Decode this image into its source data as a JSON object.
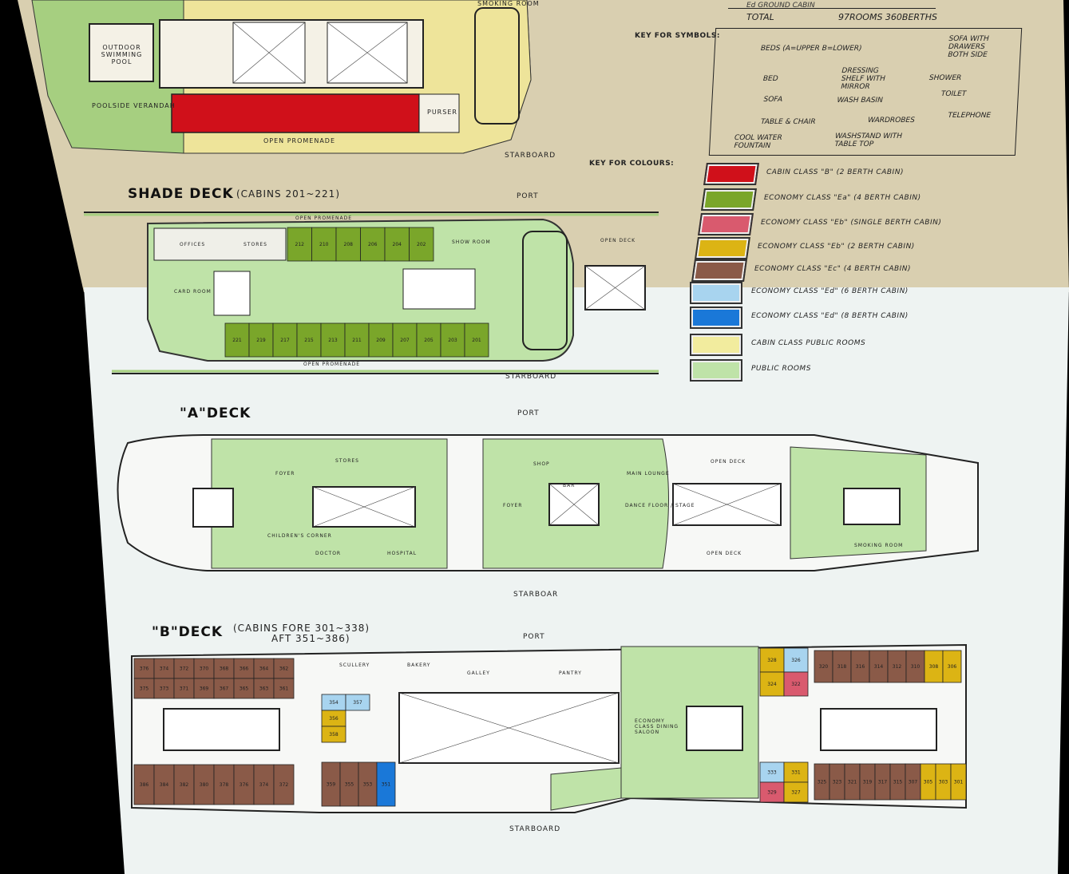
{
  "totals": {
    "row_partial": "Ed   GROUND  CABIN",
    "label": "TOTAL",
    "value": "97ROOMS 360BERTHS"
  },
  "symbols_key": {
    "title": "KEY FOR SYMBOLS:",
    "items": [
      "BEDS (A=UPPER B=LOWER)",
      "SOFA WITH DRAWERS BOTH SIDE",
      "BED",
      "DRESSING SHELF WITH MIRROR",
      "SHOWER",
      "SOFA",
      "WASH BASIN",
      "TOILET",
      "TABLE & CHAIR",
      "WARDROBES",
      "TELEPHONE",
      "COOL WATER FOUNTAIN",
      "WASHSTAND WITH TABLE TOP"
    ]
  },
  "colours_key": {
    "title": "KEY FOR COLOURS:",
    "items": [
      {
        "label": "CABIN  CLASS \"B\" (2 BERTH CABIN)",
        "color": "#d0101a"
      },
      {
        "label": "ECONOMY CLASS \"Ea\" (4 BERTH CABIN)",
        "color": "#7aa62a"
      },
      {
        "label": "ECONOMY CLASS \"Eb\" (SINGLE BERTH CABIN)",
        "color": "#d95a6e"
      },
      {
        "label": "ECONOMY CLASS \"Eb\" (2 BERTH CABIN)",
        "color": "#dcb414"
      },
      {
        "label": "ECONOMY CLASS \"Ec\" (4 BERTH CABIN)",
        "color": "#8a5a48"
      },
      {
        "label": "ECONOMY CLASS \"Ed\" (6 BERTH CABIN)",
        "color": "#a8d4ef"
      },
      {
        "label": "ECONOMY CLASS \"Ed\" (8 BERTH CABIN)",
        "color": "#1a78d8"
      },
      {
        "label": "CABIN  CLASS PUBLIC ROOMS",
        "color": "#f2ec9e"
      },
      {
        "label": "PUBLIC ROOMS",
        "color": "#bfe3a8"
      }
    ]
  },
  "top_deck": {
    "labels": {
      "pool": "OUTDOOR SWIMMING POOL",
      "verandah": "POOLSIDE VERANDAH",
      "promenade": "OPEN PROMENADE",
      "smoking": "SMOKING ROOM",
      "purser": "PURSER",
      "starboard": "STARBOARD"
    }
  },
  "shade_deck": {
    "title": "SHADE DECK",
    "subtitle": "(CABINS 201~221)",
    "port": "PORT",
    "starboard": "STARBOARD",
    "promenade_top": "OPEN PROMENADE",
    "promenade_bottom": "OPEN PROMENADE",
    "open_deck": "OPEN DECK",
    "offices": "OFFICES",
    "stores": "STORES",
    "show_room": "SHOW ROOM",
    "card_room": "CARD ROOM",
    "cabins_top": [
      "212",
      "210",
      "208",
      "206",
      "204",
      "202"
    ],
    "cabins_bottom": [
      "221",
      "219",
      "217",
      "215",
      "213",
      "211",
      "209",
      "207",
      "205",
      "203",
      "201"
    ]
  },
  "a_deck": {
    "title": "\"A\"DECK",
    "port": "PORT",
    "starboard": "STARBOAR",
    "labels": [
      "FOYER",
      "STORES",
      "CHILDREN'S CORNER",
      "DOCTOR",
      "HOSPITAL",
      "FOYER",
      "BAR",
      "MAIN LOUNGE",
      "DANCE FLOOR / STAGE",
      "OPEN DECK",
      "OPEN DECK",
      "SMOKING ROOM",
      "SHOP"
    ]
  },
  "b_deck": {
    "title": "\"B\"DECK",
    "subtitle_1": "(CABINS FORE 301~338)",
    "subtitle_2": "AFT 351~386)",
    "port": "PORT",
    "starboard": "STARBOARD",
    "labels": [
      "SCULLERY",
      "BAKERY",
      "GALLEY",
      "PANTRY",
      "ECONOMY CLASS DINING SALOON"
    ],
    "cabins_aft_top": [
      "376",
      "374",
      "372",
      "370",
      "368",
      "366",
      "364",
      "362"
    ],
    "cabins_aft_mid": [
      "375",
      "373",
      "371",
      "369",
      "367",
      "365",
      "363",
      "361"
    ],
    "cabins_aft_bottom": [
      "386",
      "384",
      "382",
      "380",
      "378",
      "376",
      "374",
      "372"
    ],
    "cabins_mid": [
      "354",
      "356",
      "358",
      "357",
      "359",
      "355",
      "353",
      "351"
    ],
    "cabins_fore_top": [
      "328",
      "326",
      "324",
      "322",
      "320",
      "318",
      "316",
      "314",
      "312",
      "310",
      "308",
      "306"
    ],
    "cabins_fore_bottom": [
      "333",
      "331",
      "329",
      "327",
      "325",
      "323",
      "321",
      "319",
      "317",
      "315",
      "307",
      "305",
      "303",
      "301"
    ]
  }
}
